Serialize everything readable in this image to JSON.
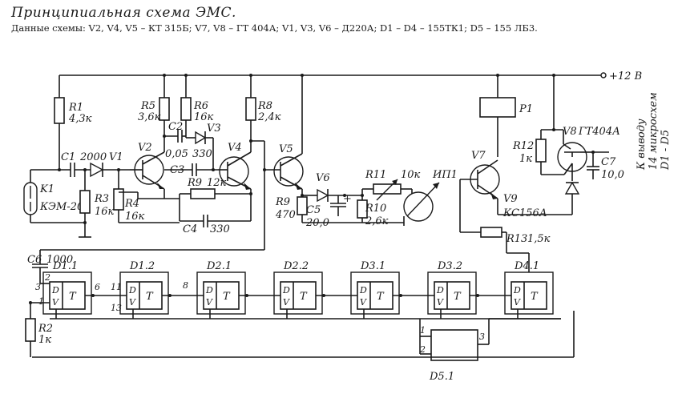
{
  "header": {
    "title": "Принципиальная схема ЭМС.",
    "description": "Данные схемы: V2, V4, V5 – КТ 315Б; V7, V8 – ГТ 404А; V1, V3, V6 – Д220А; D1 – D4 – 155ТК1; D5 – 155 ЛБ3."
  },
  "supply": "+12 В",
  "output_note": [
    "К выводу",
    "14 микросхем",
    "D1 - D5"
  ],
  "components": {
    "r1": [
      "R1",
      "4,3к"
    ],
    "r2": [
      "R2",
      "1к"
    ],
    "r3": [
      "R3",
      "16к"
    ],
    "r4": [
      "R4",
      "16к"
    ],
    "r5": [
      "R5",
      "3,6к"
    ],
    "r6": [
      "R6",
      "16к"
    ],
    "r8": [
      "R8",
      "2,4к"
    ],
    "r9": [
      "R9",
      "470"
    ],
    "r9b": [
      "R9",
      "12к"
    ],
    "r10": [
      "R10",
      "2,6к"
    ],
    "r11": [
      "R11",
      "10к"
    ],
    "r12": [
      "R12",
      "1к"
    ],
    "r13": [
      "R13",
      "1,5к"
    ],
    "c1": [
      "C1",
      "2000"
    ],
    "c2": [
      "C2",
      "0,05"
    ],
    "c3": [
      "C3",
      "330"
    ],
    "c4": [
      "C4",
      "330"
    ],
    "c5": [
      "C5",
      "20,0"
    ],
    "c6": [
      "C6",
      "1000"
    ],
    "c7": [
      "C7",
      "10,0"
    ],
    "k1": [
      "K1",
      "КЭМ-20"
    ],
    "v1": "V1",
    "v2": "V2",
    "v3": "V3",
    "v4": "V4",
    "v5": "V5",
    "v6": "V6",
    "v7": "V7",
    "v8": [
      "V8",
      "ГТ404А"
    ],
    "v9": [
      "V9",
      "КС156А"
    ],
    "p1": "P1",
    "ip1": "ИП1",
    "plus": "+"
  },
  "ics": {
    "labels": [
      "D1.1",
      "D1.2",
      "D2.1",
      "D2.2",
      "D3.1",
      "D3.2",
      "D4.1"
    ],
    "d5": "D5.1",
    "cell_left": [
      "D",
      "V"
    ],
    "cell_right": "T"
  },
  "pins": {
    "d1_2": "2",
    "d1_3": "3",
    "d1_1": "1",
    "d1_6": "6",
    "d12_11": "11",
    "d12_13": "13",
    "d12_8": "8",
    "d5_1": "1",
    "d5_2": "2",
    "d5_3": "3"
  }
}
